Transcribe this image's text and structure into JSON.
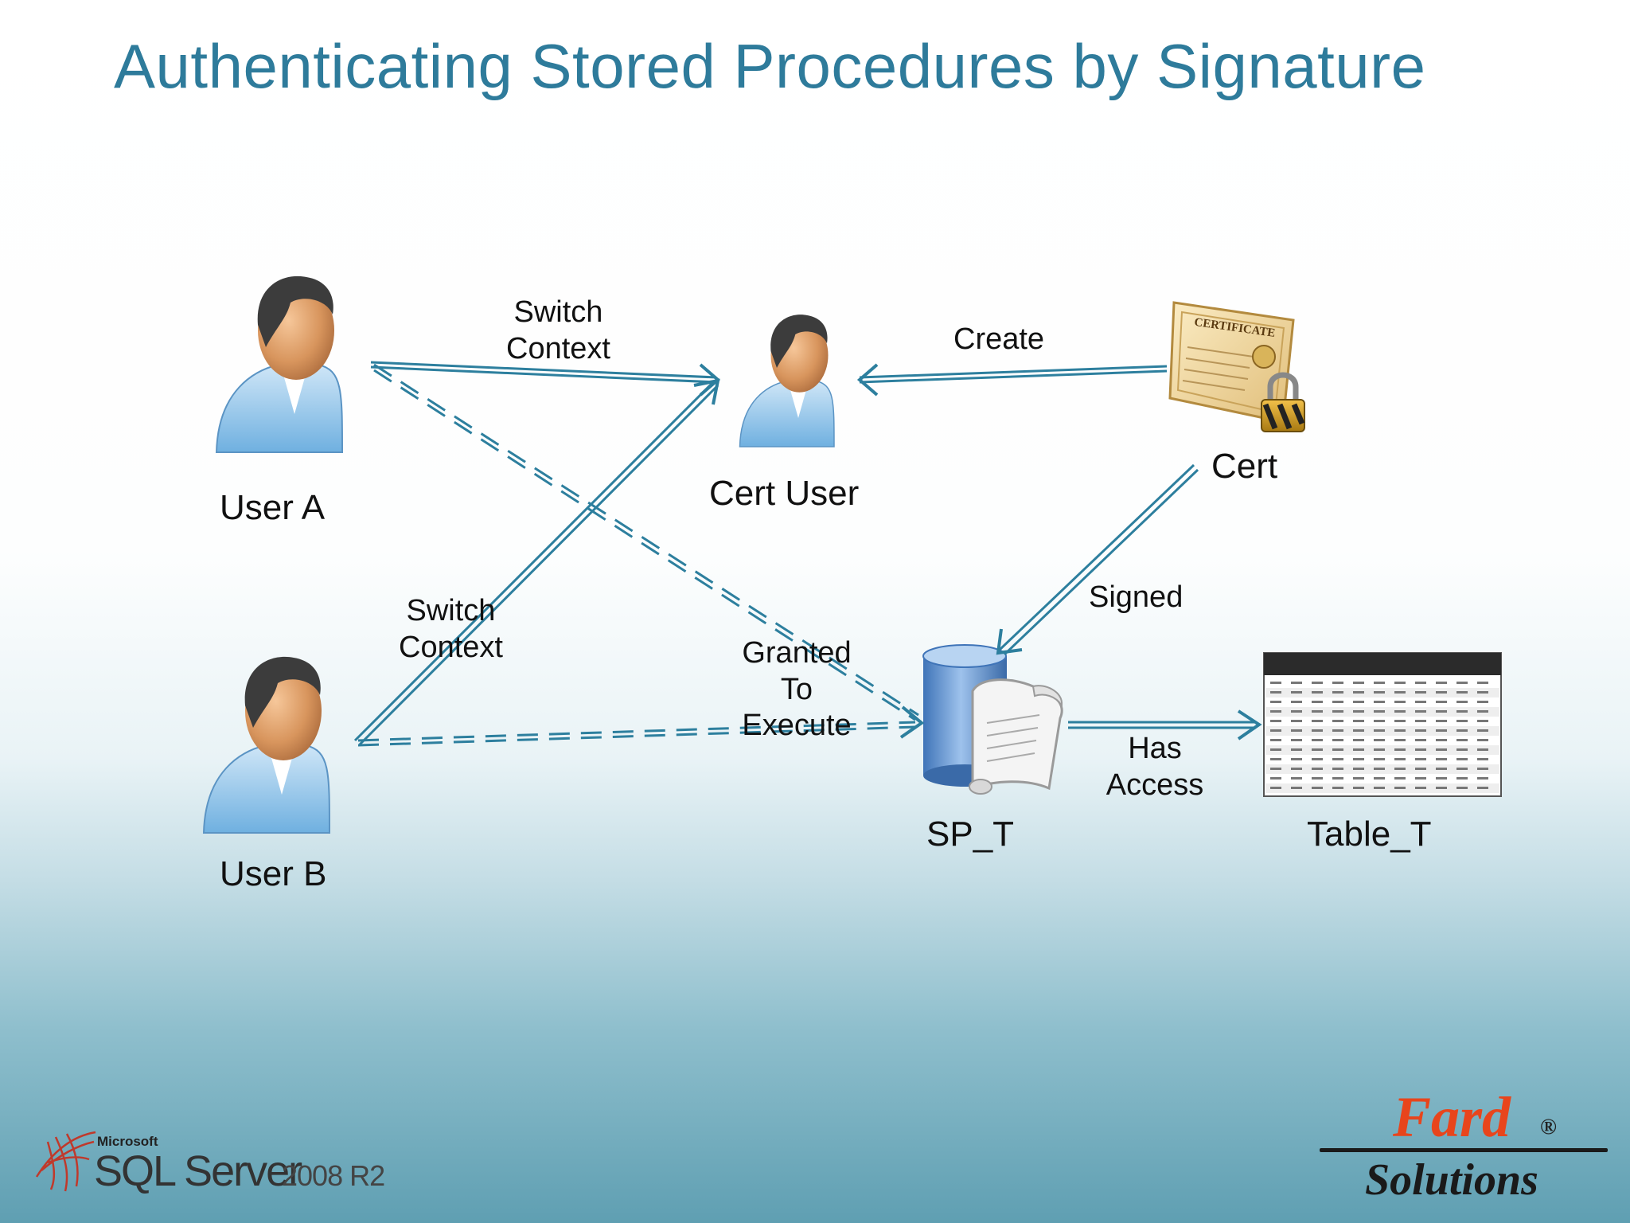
{
  "slide": {
    "title": "Authenticating Stored Procedures by Signature"
  },
  "nodes": {
    "user_a": "User A",
    "user_b": "User B",
    "cert_user": "Cert User",
    "cert": "Cert",
    "sp_t": "SP_T",
    "table_t": "Table_T"
  },
  "edges": {
    "switch_context_a": [
      "Switch",
      "Context"
    ],
    "switch_context_b": [
      "Switch",
      "Context"
    ],
    "create": "Create",
    "signed": "Signed",
    "granted": [
      "Granted",
      "To",
      "Execute"
    ],
    "has_access": [
      "Has",
      "Access"
    ]
  },
  "certificate_image_text": "CERTIFICATE",
  "logos": {
    "fard": "Fard",
    "registered": "®",
    "solutions": "Solutions",
    "microsoft": "Microsoft",
    "sql_server": "SQL Server",
    "sql_version": "2008 R2"
  },
  "colors": {
    "title": "#2e7b9b",
    "arrow": "#2d7f9e",
    "fard": "#e8451c"
  }
}
